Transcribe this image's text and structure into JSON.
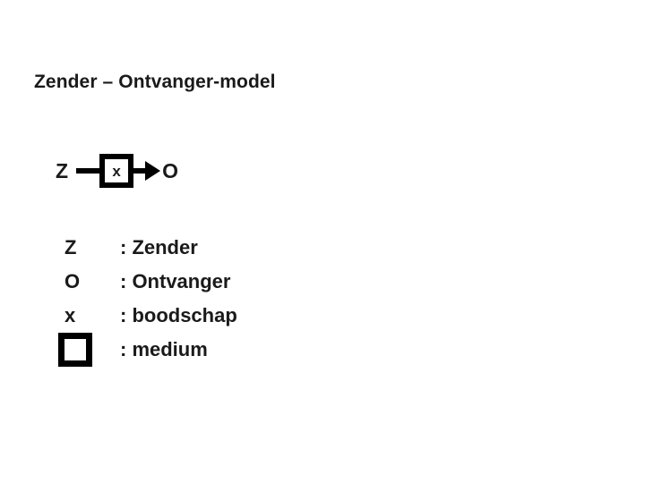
{
  "slide": {
    "title": "Zender – Ontvanger-model",
    "background_color": "#ffffff",
    "ink_color": "#000000"
  },
  "diagram": {
    "sender_label": "Z",
    "message_label": "x",
    "receiver_label": "O",
    "connector_icon": "line-icon",
    "arrow_icon": "arrow-right-icon",
    "medium_icon": "square-outline-icon"
  },
  "legend": {
    "rows": [
      {
        "symbol": "Z",
        "symbol_type": "text",
        "separator": ":",
        "text": ": Zender"
      },
      {
        "symbol": "O",
        "symbol_type": "text",
        "separator": ":",
        "text": ": Ontvanger"
      },
      {
        "symbol": "x",
        "symbol_type": "text",
        "separator": ":",
        "text": ": boodschap"
      },
      {
        "symbol": "",
        "symbol_type": "square",
        "separator": ":",
        "text": ": medium"
      }
    ]
  }
}
